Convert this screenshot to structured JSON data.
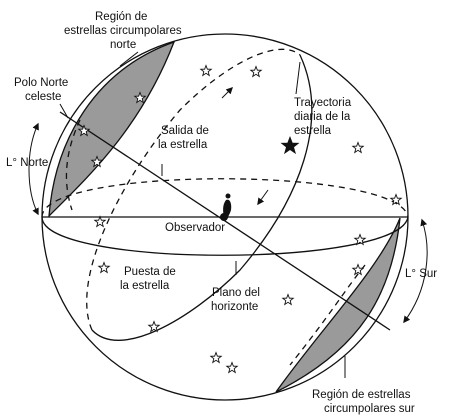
{
  "labels": {
    "north_region": [
      "Región de",
      "estrellas circumpolares",
      "norte"
    ],
    "north_pole": [
      "Polo Norte",
      "celeste"
    ],
    "lat_north": "L° Norte",
    "sunrise": [
      "Salida de",
      "la estrella"
    ],
    "trajectory": [
      "Trayectoria",
      "diaria de la",
      "estrella"
    ],
    "observer": "Observador",
    "sunset": [
      "Puesta de",
      "la estrella"
    ],
    "horizon_plane": [
      "Plano del",
      "horizonte"
    ],
    "lat_south": "L° Sur",
    "south_region": [
      "Región de estrellas",
      "circumpolares sur"
    ]
  },
  "colors": {
    "ink": "#111111",
    "shade": "#9a9a9a",
    "background": "#ffffff"
  },
  "icons": {
    "observer": "observer-figure-icon",
    "star": "star-icon"
  }
}
